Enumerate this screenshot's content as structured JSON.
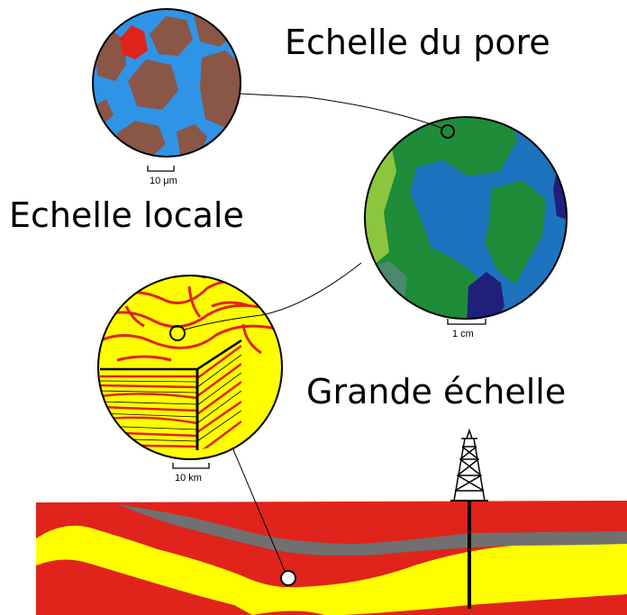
{
  "labels": {
    "pore": "Echelle du pore",
    "local": "Echelle locale",
    "grande": "Grande échelle"
  },
  "scale_bars": {
    "pore": "10 μm",
    "local": "1 cm",
    "grande": "10 km"
  },
  "icons": {
    "derrick": "oil-derrick-icon"
  },
  "colors": {
    "pore_fluid": "#2f94e6",
    "grain": "#8a5646",
    "grain_highlight": "#e0231b",
    "green_dark": "#1f8c3a",
    "green_light": "#8cc63f",
    "blue_medium": "#1e73be",
    "navy": "#20207a",
    "teal": "#4a8a6a",
    "yellow": "#ffff00",
    "red": "#e0231b",
    "grey": "#707070",
    "black": "#000000"
  }
}
